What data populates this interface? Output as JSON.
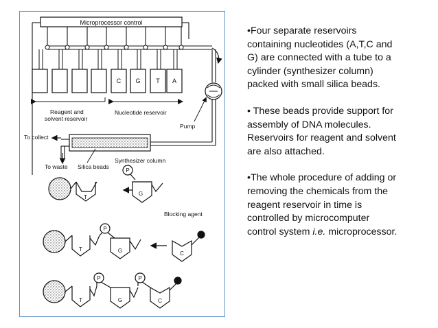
{
  "diagram": {
    "microprocessor_label": "Microprocessor control",
    "reservoir_letters": [
      "C",
      "G",
      "T",
      "A"
    ],
    "reagent_reservoir_label": [
      "Reagent and",
      "solvent reservoir"
    ],
    "nucleotide_reservoir_label": "Nucleotide reservoir",
    "pump_label": "Pump",
    "to_collect_label": "To collect",
    "to_waste_label": "To waste",
    "silica_beads_label": "Silica beads",
    "synthesizer_column_label": "Synthesizer column",
    "blocking_agent_label": "Blocking agent",
    "phosphate_label": "P",
    "nucleotide_T": "T",
    "nucleotide_G": "G",
    "nucleotide_C": "C"
  },
  "text_panel": {
    "para1": "•Four separate reservoirs containing nucleotides (A,T,C and G) are connected with a tube to a cylinder (synthesizer column) packed with small silica beads.",
    "para2": "• These beads provide support for assembly of DNA molecules. Reservoirs for reagent and solvent are also attached.",
    "para3_start": "•The whole procedure of adding or removing the chemicals from the reagent reservoir in time is controlled by microcomputer control system ",
    "para3_ie": "i.e.",
    "para3_end": " microprocessor."
  }
}
